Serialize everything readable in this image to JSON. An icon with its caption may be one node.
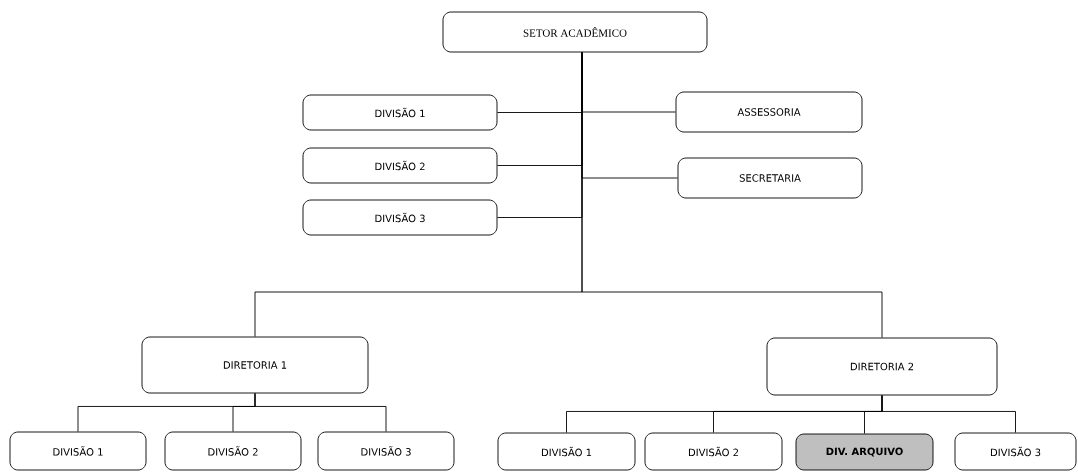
{
  "diagram": {
    "nodes": [
      {
        "text": [
          "SETOR ACADÊMICO"
        ]
      },
      {
        "text": [
          "DIVISÃO 1"
        ]
      },
      {
        "text": [
          "DIVISÃO 2"
        ]
      },
      {
        "text": [
          "DIVISÃO 3"
        ]
      },
      {
        "text": [
          "ASSESSORIA"
        ]
      },
      {
        "text": [
          "SECRETARIA"
        ]
      },
      {
        "text": [
          "DIRETORIA 1"
        ]
      },
      {
        "text": [
          "DIRETORIA 2"
        ]
      },
      {
        "text": [
          "DIVISÃO 1"
        ]
      },
      {
        "text": [
          "DIVISÃO 2"
        ]
      },
      {
        "text": [
          "DIVISÃO 3"
        ]
      },
      {
        "text": [
          "DIVISÃO 1"
        ]
      },
      {
        "text": [
          "DIVISÃO 2"
        ]
      },
      {
        "text": [
          "DIV. ARQUIVO"
        ]
      },
      {
        "text": [
          "DIVISÃO 3"
        ]
      }
    ],
    "edges": [
      {
        "from": 0,
        "to": 1,
        "arrow": "none"
      },
      {
        "from": 0,
        "to": 2,
        "arrow": "none"
      },
      {
        "from": 0,
        "to": 3,
        "arrow": "none"
      },
      {
        "from": 0,
        "to": 4,
        "arrow": "none"
      },
      {
        "from": 0,
        "to": 5,
        "arrow": "none"
      },
      {
        "from": 0,
        "to": 6,
        "arrow": "none"
      },
      {
        "from": 0,
        "to": 7,
        "arrow": "none"
      },
      {
        "from": 6,
        "to": 8,
        "arrow": "none"
      },
      {
        "from": 6,
        "to": 9,
        "arrow": "none"
      },
      {
        "from": 6,
        "to": 10,
        "arrow": "none"
      },
      {
        "from": 7,
        "to": 11,
        "arrow": "none"
      },
      {
        "from": 7,
        "to": 12,
        "arrow": "none"
      },
      {
        "from": 7,
        "to": 13,
        "arrow": "none"
      },
      {
        "from": 7,
        "to": 14,
        "arrow": "none"
      }
    ]
  }
}
